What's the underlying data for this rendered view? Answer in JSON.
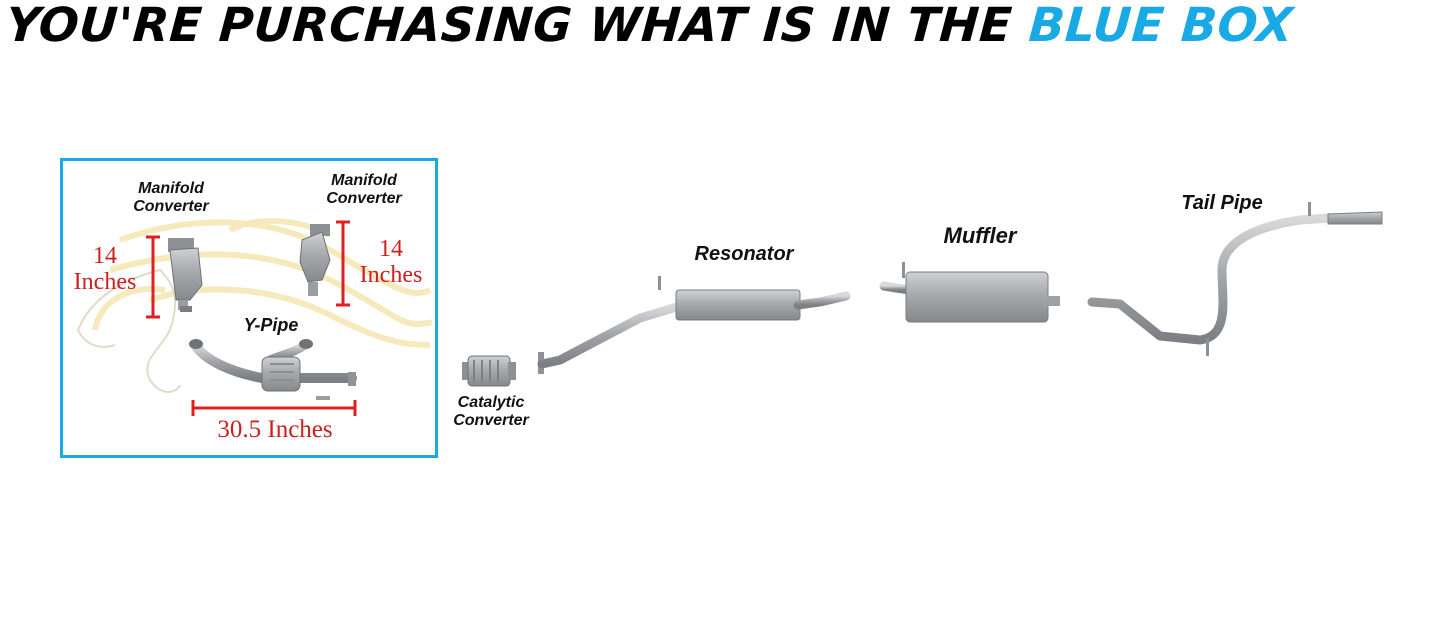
{
  "headline": {
    "prefix": "YOU'RE PURCHASING WHAT IS IN THE",
    "highlight": "BLUE BOX"
  },
  "colors": {
    "accent_blue": "#19aae6",
    "dimension_red": "#cc1f1f",
    "pipe_gray": "#a9acae"
  },
  "parts": {
    "manifold_left": {
      "line1": "Manifold",
      "line2": "Converter"
    },
    "manifold_right": {
      "line1": "Manifold",
      "line2": "Converter"
    },
    "ypipe": "Y-Pipe",
    "catalytic": {
      "line1": "Catalytic",
      "line2": "Converter"
    },
    "resonator": "Resonator",
    "muffler": "Muffler",
    "tailpipe": "Tail Pipe"
  },
  "dimensions": {
    "left_height": {
      "value": "14",
      "unit": "Inches"
    },
    "right_height": {
      "value": "14",
      "unit": "Inches"
    },
    "ypipe_length": "30.5 Inches"
  }
}
